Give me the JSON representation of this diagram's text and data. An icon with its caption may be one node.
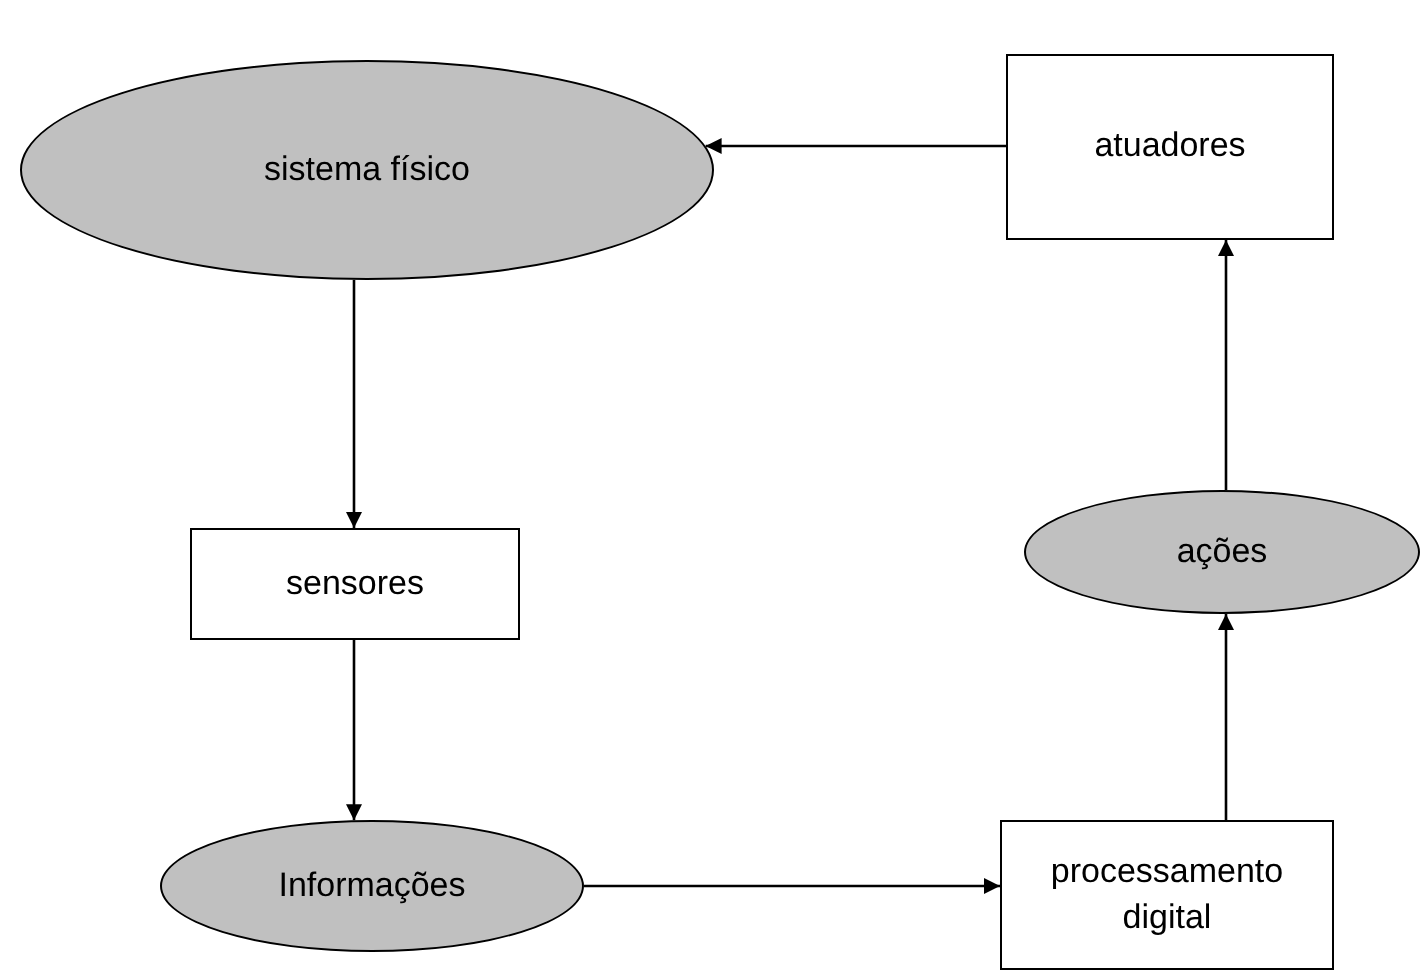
{
  "diagram": {
    "nodes": [
      {
        "text": [
          "sistema físico"
        ]
      },
      {
        "text": [
          "atuadores"
        ]
      },
      {
        "text": [
          "sensores"
        ]
      },
      {
        "text": [
          "ações"
        ]
      },
      {
        "text": [
          "Informações"
        ]
      },
      {
        "text": [
          "processamento digital"
        ]
      }
    ],
    "edges": [
      {
        "from": 1,
        "to": 0,
        "arrow": "to"
      },
      {
        "from": 0,
        "to": 2,
        "arrow": "to"
      },
      {
        "from": 2,
        "to": 4,
        "arrow": "to"
      },
      {
        "from": 4,
        "to": 5,
        "arrow": "to"
      },
      {
        "from": 5,
        "to": 3,
        "arrow": "to"
      },
      {
        "from": 3,
        "to": 1,
        "arrow": "to"
      }
    ]
  }
}
